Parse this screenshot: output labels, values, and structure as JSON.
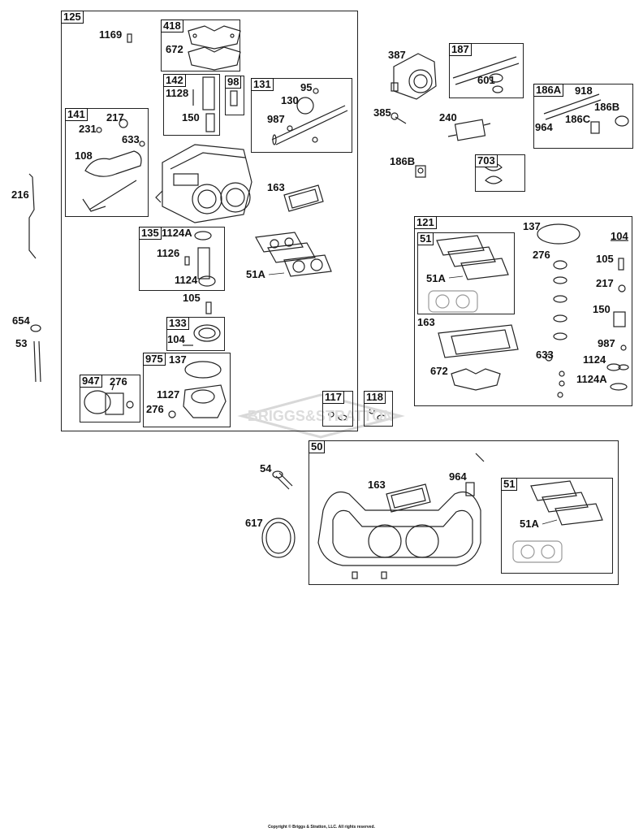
{
  "watermark_text": "BRIGGS&STRATTON",
  "copyright": "Copyright © Briggs & Stratton, LLC. All rights reserved.",
  "groups": {
    "g125": "125",
    "g418": "418",
    "g142": "142",
    "g98": "98",
    "g131": "131",
    "g141": "141",
    "g135": "135",
    "g133": "133",
    "g975": "975",
    "g947": "947",
    "g117": "117",
    "g118": "118",
    "g187": "187",
    "g186a": "186A",
    "g703": "703",
    "g121": "121",
    "g51a": "51",
    "g50": "50",
    "g51b": "51"
  },
  "labels": {
    "l1169": "1169",
    "l672a": "672",
    "l1128": "1128",
    "l150a": "150",
    "l95": "95",
    "l130": "130",
    "l987a": "987",
    "l217a": "217",
    "l231": "231",
    "l633a": "633",
    "l108": "108",
    "l163a": "163",
    "l1124a": "1124A",
    "l1126": "1126",
    "l1124": "1124",
    "l51a_a": "51A",
    "l105a": "105",
    "l104a": "104",
    "l137a": "137",
    "l1127": "1127",
    "l276a": "276",
    "l276b": "276",
    "l216": "216",
    "l654": "654",
    "l53": "53",
    "l387": "387",
    "l601": "601",
    "l385": "385",
    "l240": "240",
    "l186b_a": "186B",
    "l918": "918",
    "l186b_b": "186B",
    "l964a": "964",
    "l186c": "186C",
    "l137b": "137",
    "l104b": "104",
    "l276c": "276",
    "l105b": "105",
    "l217b": "217",
    "l150b": "150",
    "l987b": "987",
    "l633b": "633",
    "l1124b": "1124",
    "l1124ab": "1124A",
    "l51a_b": "51A",
    "l163b": "163",
    "l672b": "672",
    "l54": "54",
    "l617": "617",
    "l163c": "163",
    "l964b": "964",
    "l51a_c": "51A"
  }
}
